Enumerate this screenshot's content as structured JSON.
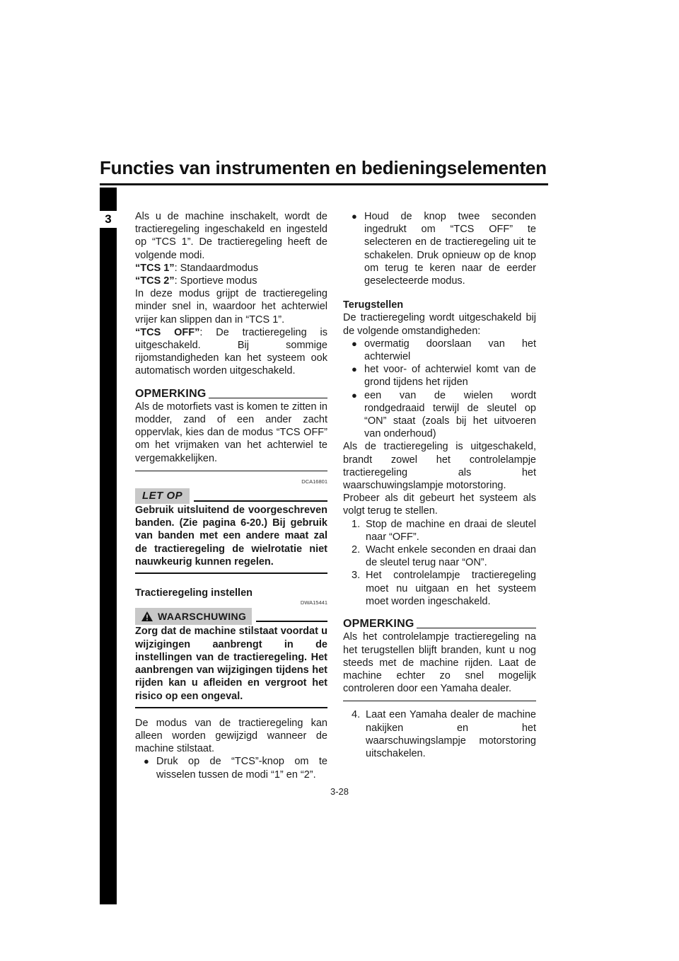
{
  "header": {
    "title": "Functies van instrumenten en bedieningselementen"
  },
  "chapter_tab": "3",
  "left": {
    "intro": "Als u de machine inschakelt, wordt de tractieregeling ingeschakeld en ingesteld op “TCS 1”. De tractieregeling heeft de volgende modi.",
    "mode1_label": "“TCS 1”",
    "mode1_text": ": Standaardmodus",
    "mode2_label": "“TCS 2”",
    "mode2_text": ": Sportieve modus",
    "mode2_desc": "In deze modus grijpt de tractieregeling minder snel in, waardoor het achterwiel vrijer kan slippen dan in “TCS 1”.",
    "off_label": "“TCS OFF”",
    "off_text": ": De tractieregeling is uitgeschakeld. Bij sommige rijomstandigheden kan het systeem ook automatisch worden uitgeschakeld.",
    "note1_label": "OPMERKING",
    "note1_text": "Als de motorfiets vast is komen te zitten in modder, zand of een ander zacht oppervlak, kies dan de modus “TCS OFF” om het vrijmaken van het achterwiel te vergemakkelijken.",
    "caution_code": "DCA16801",
    "caution_label": "LET OP",
    "caution_text": "Gebruik uitsluitend de voorgeschreven banden. (Zie pagina 6-20.) Bij gebruik van banden met een andere maat zal de tractieregeling de wielrotatie niet nauwkeurig kunnen regelen.",
    "setup_heading": "Tractieregeling instellen",
    "warning_code": "DWA15441",
    "warning_label": "WAARSCHUWING",
    "warning_text": "Zorg dat de machine stilstaat voordat u wijzigingen aanbrengt in de instellingen van de tractieregeling. Het aanbrengen van wijzigingen tijdens het rijden kan u afleiden en vergroot het risico op een ongeval.",
    "change_text": "De modus van de tractieregeling kan alleen worden gewijzigd wanneer de machine stilstaat.",
    "bullet1": "Druk op de “TCS”-knop om te wisselen tussen de modi “1” en “2”."
  },
  "right": {
    "bullet2": "Houd de knop twee seconden ingedrukt om “TCS OFF” te selecteren en de tractieregeling uit te schakelen. Druk opnieuw op de knop om terug te keren naar de eerder geselecteerde modus.",
    "reset_heading": "Terugstellen",
    "reset_intro": "De tractieregeling wordt uitgeschakeld bij de volgende omstandigheden:",
    "conditions": [
      "overmatig doorslaan van het achterwiel",
      "het voor- of achterwiel komt van de grond tijdens het rijden",
      "een van de wielen wordt rondgedraaid terwijl de sleutel op “ON” staat (zoals bij het uitvoeren van onderhoud)"
    ],
    "lamps_text": "Als de tractieregeling is uitgeschakeld, brandt zowel het controlelampje tractieregeling als het waarschuwingslampje motorstoring.",
    "reset_try": "Probeer als dit gebeurt het systeem als volgt terug te stellen.",
    "steps": [
      {
        "n": "1.",
        "text": "Stop de machine en draai de sleutel naar “OFF”."
      },
      {
        "n": "2.",
        "text": "Wacht enkele seconden en draai dan de sleutel terug naar “ON”."
      },
      {
        "n": "3.",
        "text": "Het controlelampje tractieregeling moet nu uitgaan en het systeem moet worden ingeschakeld."
      }
    ],
    "note2_label": "OPMERKING",
    "note2_text": "Als het controlelampje tractieregeling na het terugstellen blijft branden, kunt u nog steeds met de machine rijden. Laat de machine echter zo snel mogelijk controleren door een Yamaha dealer.",
    "step4_n": "4.",
    "step4_text": "Laat een Yamaha dealer de machine nakijken en het waarschuwingslampje motorstoring uitschakelen."
  },
  "footer": {
    "page_number": "3-28"
  }
}
